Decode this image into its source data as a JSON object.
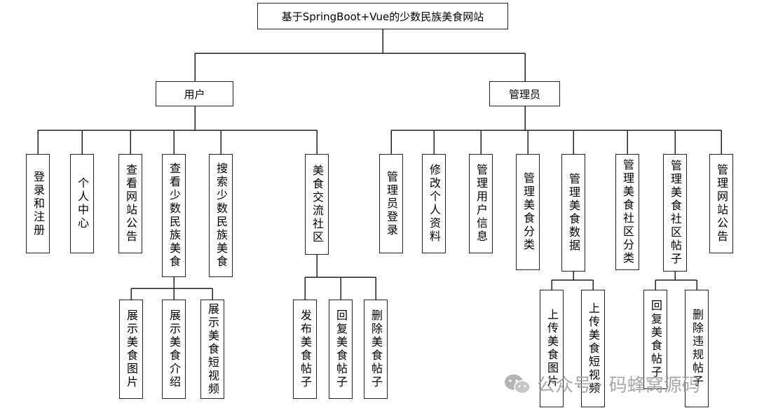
{
  "root": {
    "label": "基于SpringBoot+Vue的少数民族美食网站"
  },
  "user": {
    "label": "用户",
    "items": [
      {
        "label": "登录和注册"
      },
      {
        "label": "个人中心"
      },
      {
        "label": "查看网站公告"
      },
      {
        "label": "查看少数民族美食"
      },
      {
        "label": "搜索少数民族美食"
      },
      {
        "label": "美食交流社区"
      }
    ],
    "food_view": [
      {
        "label": "展示美食图片"
      },
      {
        "label": "展示美食介绍"
      },
      {
        "label": "展示美食短视频"
      }
    ],
    "community": [
      {
        "label": "发布美食帖子"
      },
      {
        "label": "回复美食帖子"
      },
      {
        "label": "删除美食帖子"
      }
    ]
  },
  "admin": {
    "label": "管理员",
    "items": [
      {
        "label": "管理员登录"
      },
      {
        "label": "修改个人资料"
      },
      {
        "label": "管理用户信息"
      },
      {
        "label": "管理美食分类"
      },
      {
        "label": "管理美食数据"
      },
      {
        "label": "管理美食社区分类"
      },
      {
        "label": "管理美食社区帖子"
      },
      {
        "label": "管理网站公告"
      }
    ],
    "food_data": [
      {
        "label": "上传美食图片"
      },
      {
        "label": "上传美食短视频"
      }
    ],
    "posts": [
      {
        "label": "回复美食帖子"
      },
      {
        "label": "删除违规帖子"
      }
    ]
  },
  "watermark": {
    "text": "公众号 · 码蜂窝源码",
    "icon": "wechat-icon"
  }
}
